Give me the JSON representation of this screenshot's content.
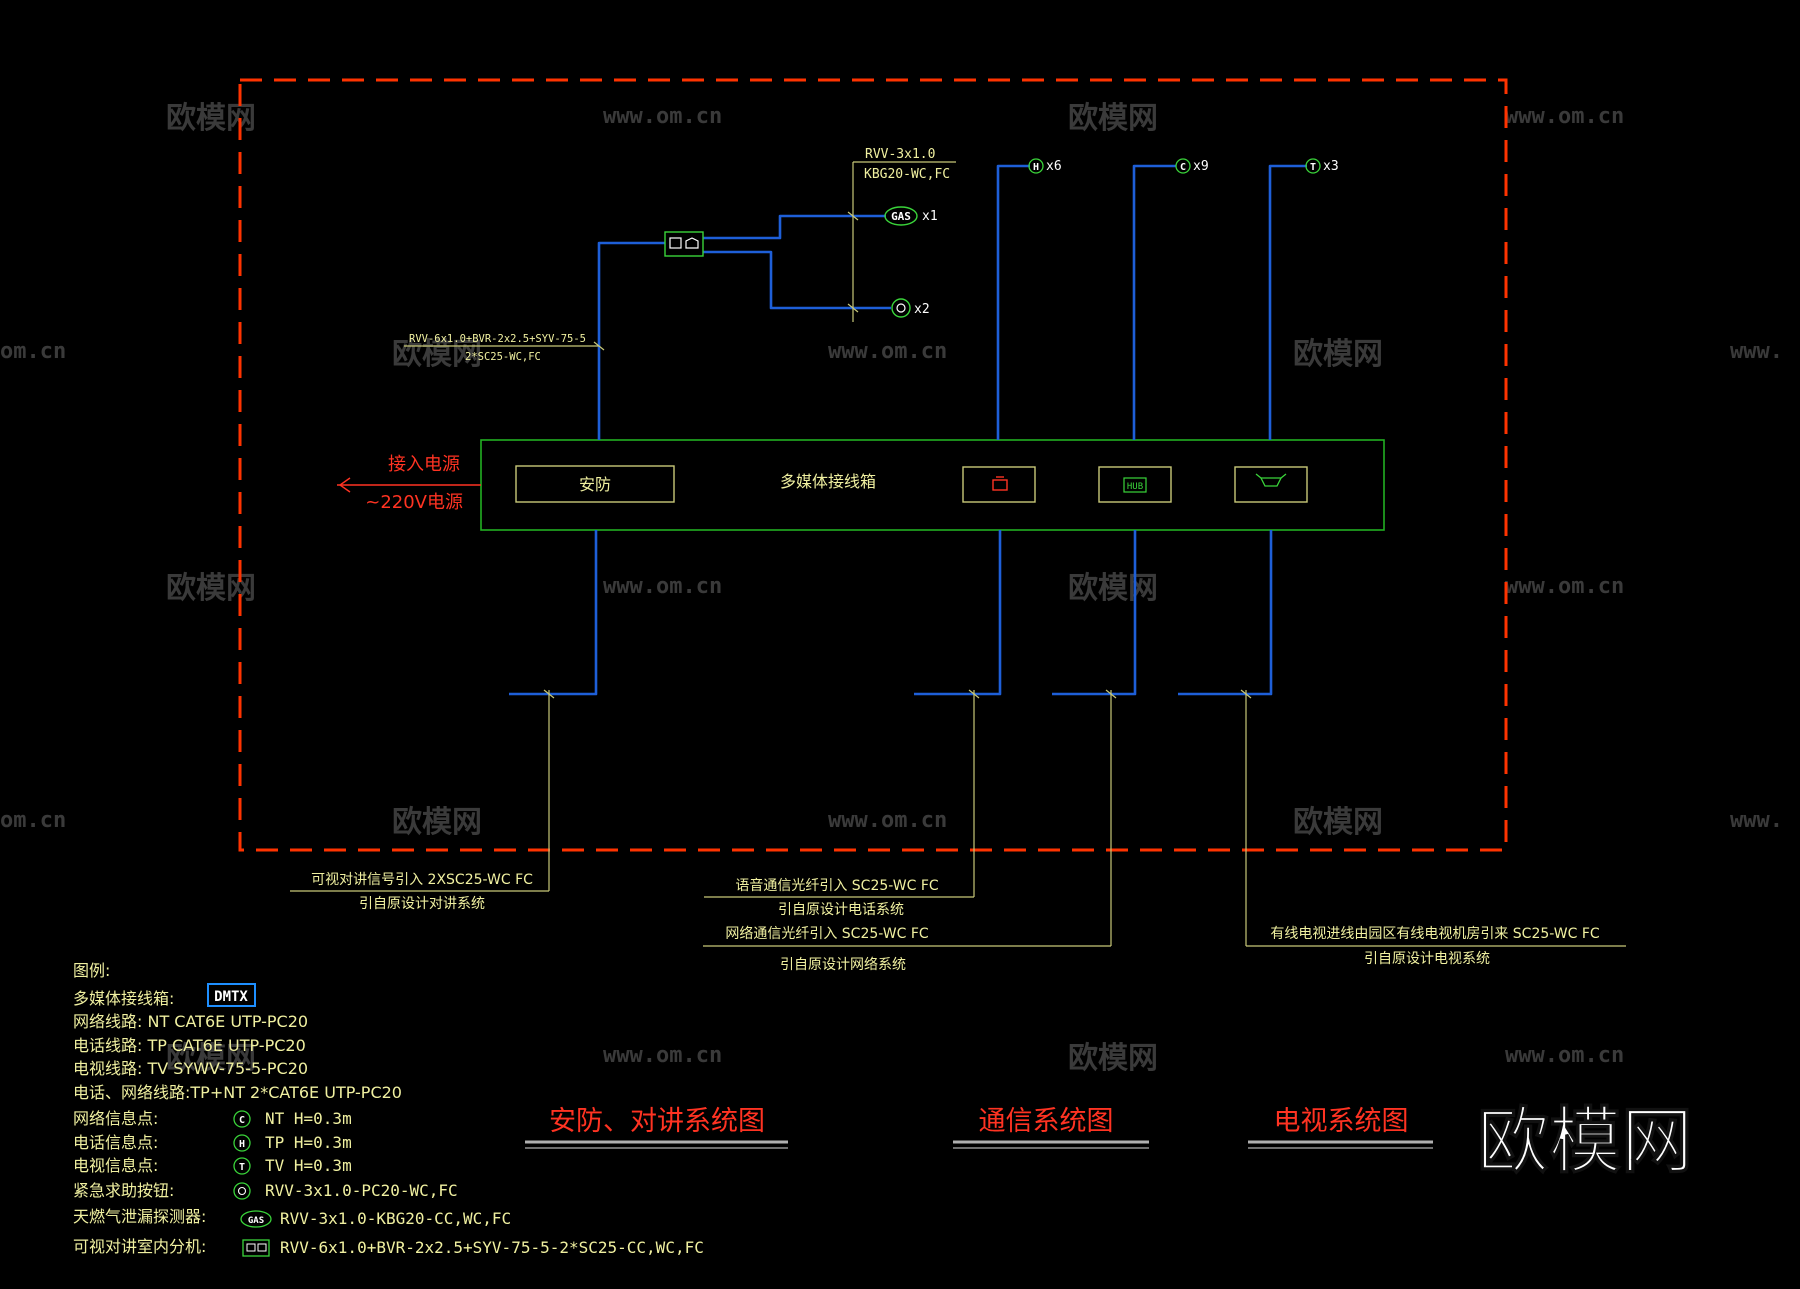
{
  "watermark": {
    "brand": "欧模网",
    "url": "www.om.cn",
    "url_partial_left": "om.cn",
    "url_partial_right": "www."
  },
  "colors": {
    "background": "#000000",
    "boundary": "#ff3300",
    "cable": "#1e5fd8",
    "leader": "#c8c878",
    "box": "#22b022",
    "label_yellow": "#f0f0a0",
    "title_red": "#ff3322",
    "red": "#ff3322",
    "white": "#ffffff",
    "green": "#3ad43a"
  },
  "top_cable": {
    "spec_line1": "RVV-3x1.0",
    "spec_line2": "KBG20-WC,FC",
    "gas_symbol": "GAS",
    "gas_count": "x1",
    "alarm_count": "x2",
    "main_spec_line1": "RVV-6x1.0+BVR-2x2.5+SYV-75-5",
    "main_spec_line2": "2*SC25-WC,FC"
  },
  "outlets": [
    {
      "symbol": "H",
      "count": "x6"
    },
    {
      "symbol": "C",
      "count": "x9"
    },
    {
      "symbol": "T",
      "count": "x3"
    }
  ],
  "power": {
    "line1": "接入电源",
    "line2": "~220V电源"
  },
  "dmtx_box": {
    "security_label": "安防",
    "title": "多媒体接线箱",
    "hub_label": "HUB"
  },
  "incoming": {
    "intercom_line1": "可视对讲信号引入 2XSC25-WC FC",
    "intercom_line2": "引自原设计对讲系统",
    "voice_line1": "语音通信光纤引入 SC25-WC FC",
    "voice_line2": "引自原设计电话系统",
    "network_line1": "网络通信光纤引入 SC25-WC FC",
    "network_line2": "引自原设计网络系统",
    "tv_line1": "有线电视进线由园区有线电视机房引来 SC25-WC FC",
    "tv_line2": "引自原设计电视系统"
  },
  "legend": {
    "title": "图例:",
    "dmtx_label": "多媒体接线箱:",
    "dmtx_badge": "DMTX",
    "net_line": "网络线路: NT  CAT6E UTP-PC20",
    "tel_line": "电话线路: TP  CAT6E UTP-PC20",
    "tv_line": "电视线路: TV  SYWV-75-5-PC20",
    "telnet_line": "电话、网络线路:TP+NT  2*CAT6E UTP-PC20",
    "net_point_label": "网络信息点:",
    "net_point_sym": "C",
    "net_point_text": "NT  H=0.3m",
    "tel_point_label": "电话信息点:",
    "tel_point_sym": "H",
    "tel_point_text": "TP  H=0.3m",
    "tv_point_label": "电视信息点:",
    "tv_point_sym": "T",
    "tv_point_text": "TV  H=0.3m",
    "sos_label": "紧急求助按钮:",
    "sos_text": "RVV-3x1.0-PC20-WC,FC",
    "gas_label": "天燃气泄漏探测器:",
    "gas_sym": "GAS",
    "gas_text": "RVV-3x1.0-KBG20-CC,WC,FC",
    "intercom_label": "可视对讲室内分机:",
    "intercom_text": "RVV-6x1.0+BVR-2x2.5+SYV-75-5-2*SC25-CC,WC,FC"
  },
  "titles": {
    "security": "安防、对讲系统图",
    "comm": "通信系统图",
    "tv": "电视系统图"
  },
  "logo": "欧模网"
}
